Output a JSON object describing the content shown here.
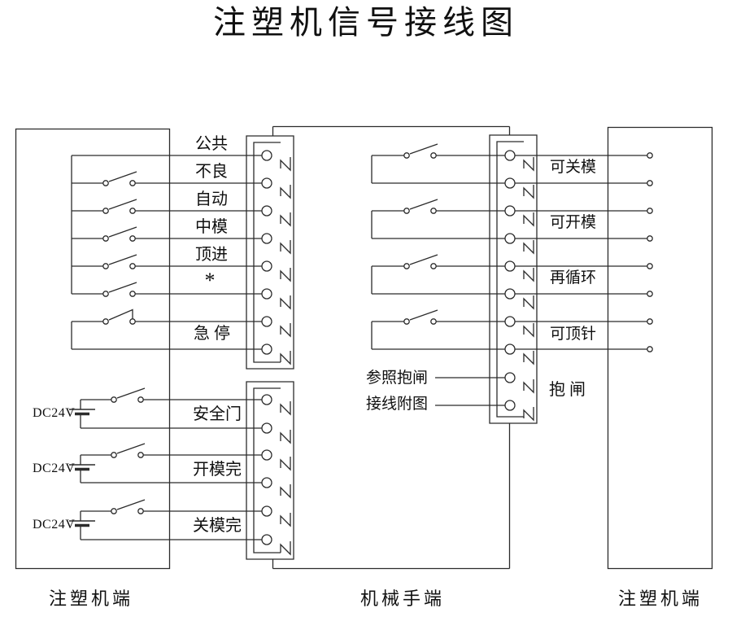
{
  "title": "注塑机信号接线图",
  "colors": {
    "line": "#2b2b2b",
    "text": "#101010",
    "background": "#ffffff"
  },
  "left_panel": {
    "footer": "注塑机端",
    "signals": [
      "公共",
      "不良",
      "自动",
      "中模",
      "顶进",
      "*"
    ],
    "estop": "急 停",
    "dc_circuits": [
      {
        "source": "DC24V",
        "label": "安全门"
      },
      {
        "source": "DC24V",
        "label": "开模完"
      },
      {
        "source": "DC24V",
        "label": "关模完"
      }
    ]
  },
  "middle_panel": {
    "footer": "机械手端",
    "brake_note": [
      "参照抱闸",
      "接线附图"
    ],
    "brake_label": "抱 闸"
  },
  "right_panel": {
    "footer": "注塑机端",
    "outputs": [
      "可关模",
      "可开模",
      "再循环",
      "可顶针"
    ]
  }
}
